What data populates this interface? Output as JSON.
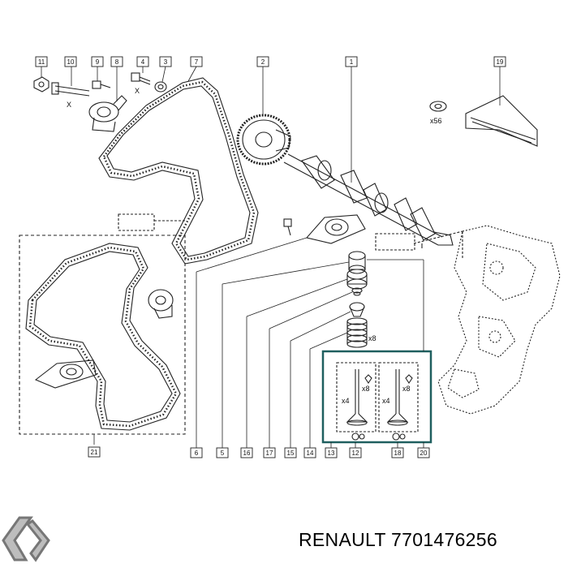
{
  "callouts": [
    "1",
    "2",
    "3",
    "4",
    "5",
    "6",
    "7",
    "8",
    "9",
    "10",
    "11",
    "12",
    "13",
    "14",
    "15",
    "16",
    "17",
    "18",
    "19",
    "20",
    "21"
  ],
  "quantities": {
    "seals": "x56",
    "springs": "x8",
    "valve_a_count": "x4",
    "valve_a_cotter": "x8",
    "valve_b_count": "x4",
    "valve_b_cotter": "x8"
  },
  "axis_marks": [
    "X",
    "X"
  ],
  "brand": {
    "name": "RENAULT",
    "part_number": "7701476256"
  },
  "colors": {
    "line": "#222222",
    "highlight_box": "#1f5f5f",
    "background": "#ffffff"
  }
}
